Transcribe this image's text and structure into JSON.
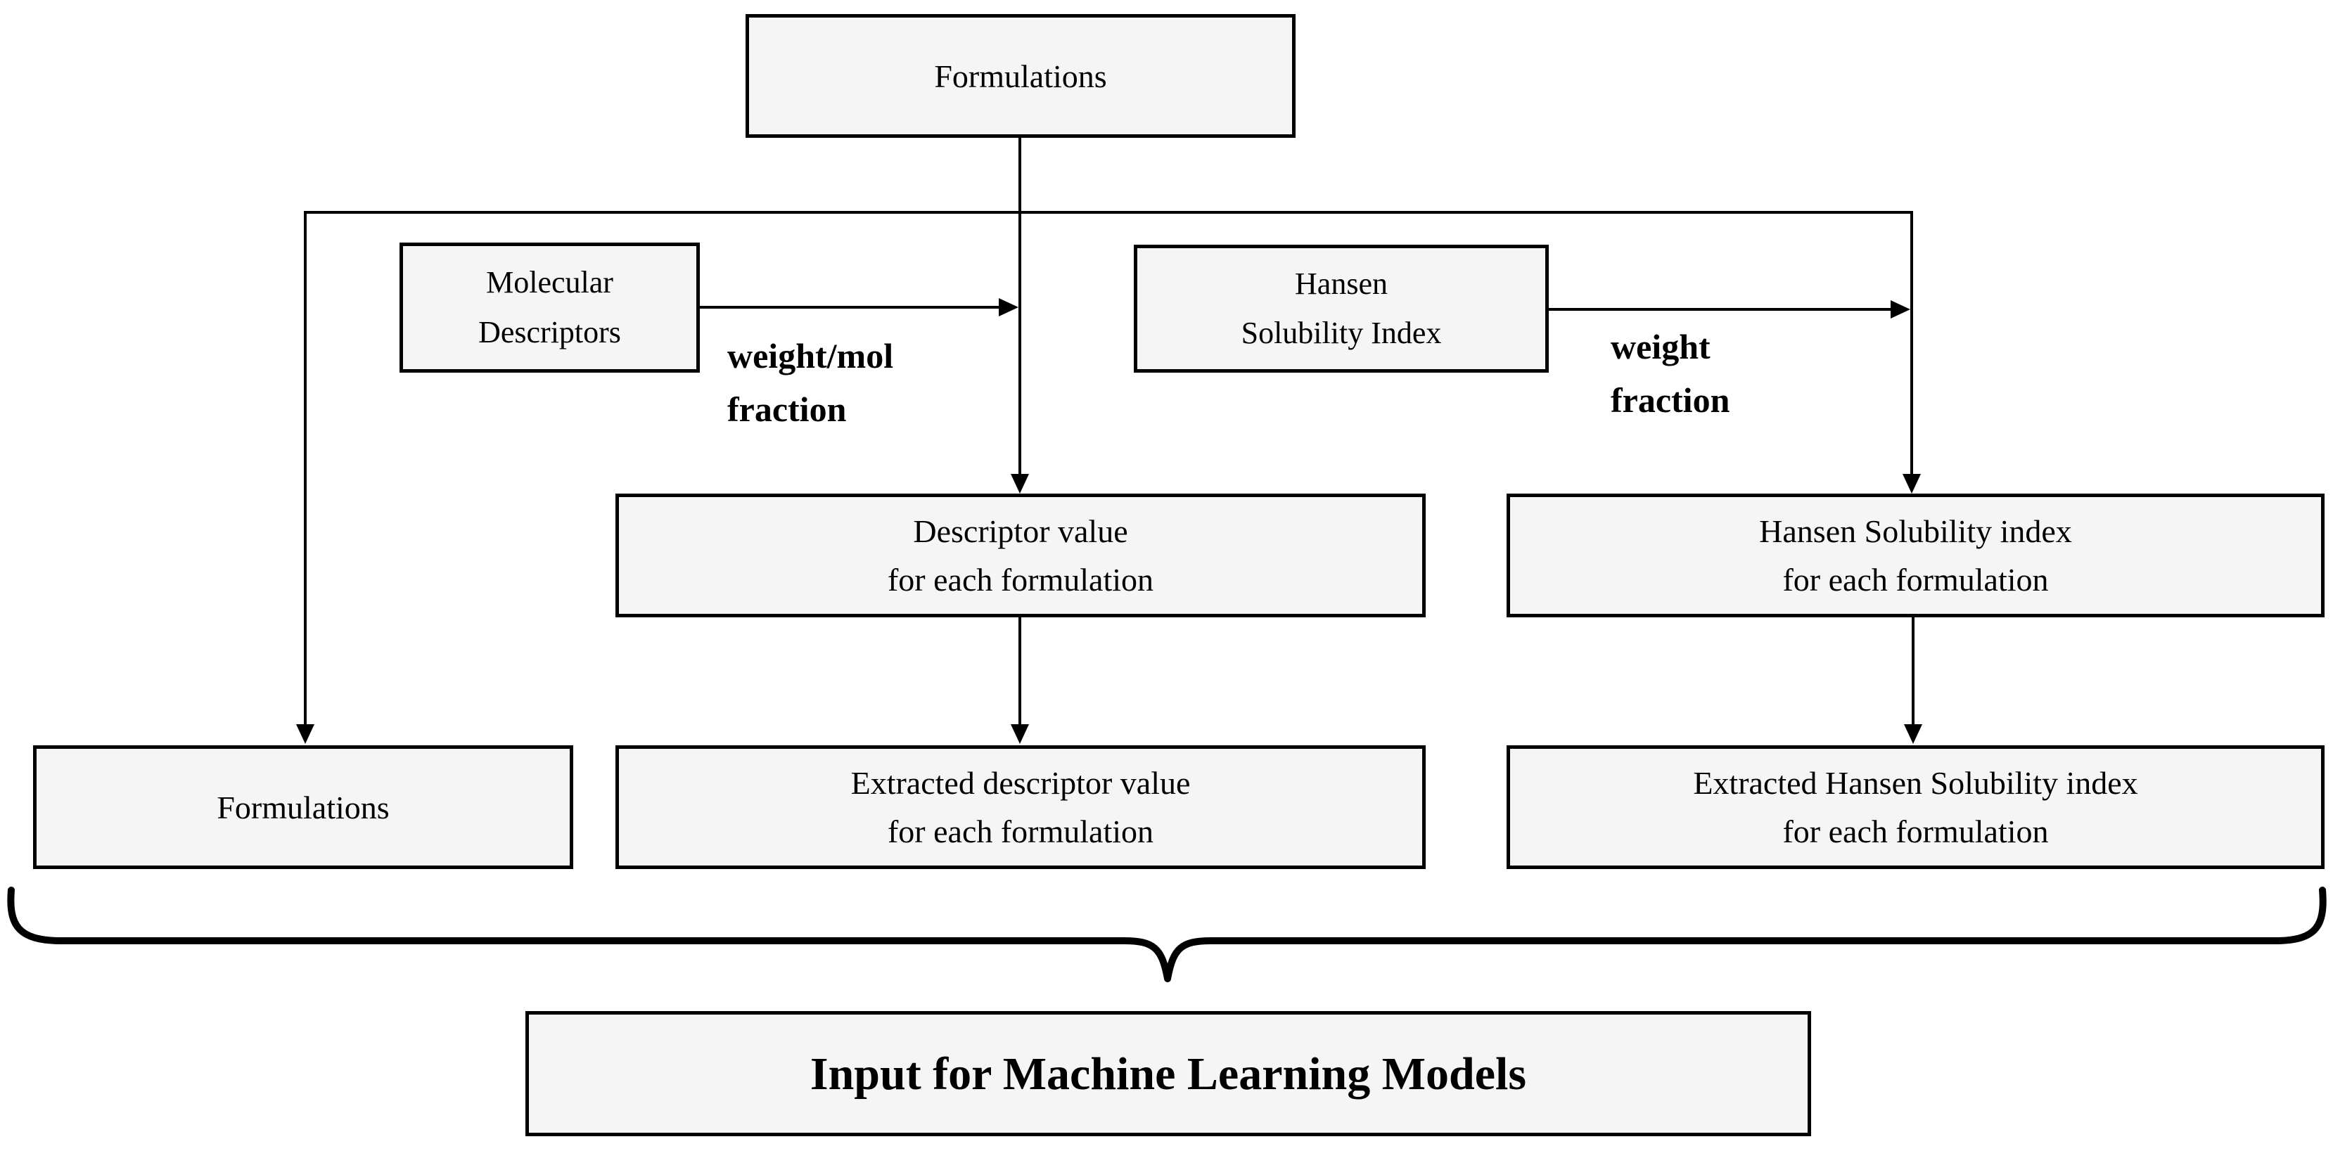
{
  "diagram": {
    "nodes": {
      "formulations_top": {
        "label": "Formulations"
      },
      "molecular_descriptors": {
        "lines": [
          "Molecular",
          "Descriptors"
        ]
      },
      "hansen_solubility_index": {
        "lines": [
          "Hansen",
          "Solubility Index"
        ]
      },
      "descriptor_value": {
        "lines": [
          "Descriptor value",
          "for each formulation"
        ]
      },
      "hansen_value": {
        "lines": [
          "Hansen Solubility index",
          "for each formulation"
        ]
      },
      "formulations_bottom": {
        "label": "Formulations"
      },
      "extracted_descriptor": {
        "lines": [
          "Extracted descriptor value",
          "for each formulation"
        ]
      },
      "extracted_hansen": {
        "lines": [
          "Extracted Hansen Solubility index",
          "for each formulation"
        ]
      },
      "ml_input": {
        "label": "Input for Machine Learning Models"
      }
    },
    "edge_labels": {
      "weight_mol": {
        "lines": [
          "weight/mol",
          "fraction"
        ]
      },
      "weight": {
        "lines": [
          "weight",
          "fraction"
        ]
      }
    },
    "colors": {
      "background": "#ffffff",
      "box_fill": "#f5f5f5",
      "box_border": "#000000",
      "line": "#000000",
      "text": "#000000"
    }
  }
}
